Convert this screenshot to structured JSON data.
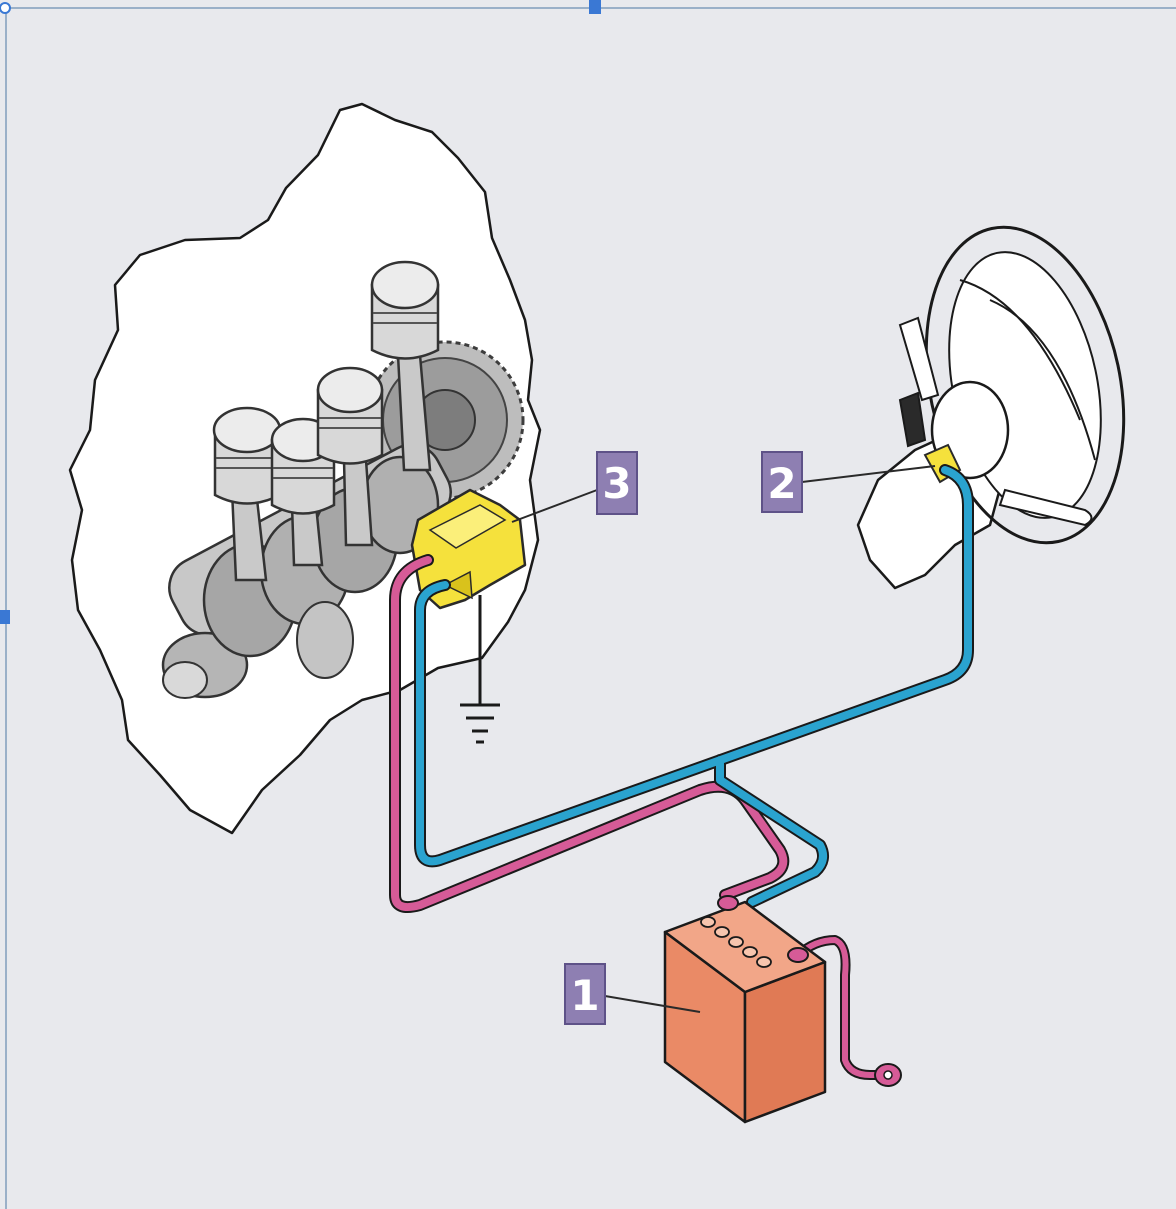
{
  "diagram": {
    "callouts": [
      {
        "id": "battery",
        "label": "1"
      },
      {
        "id": "ignition-switch",
        "label": "2"
      },
      {
        "id": "starter-motor",
        "label": "3"
      }
    ]
  },
  "colors": {
    "background": "#e8e9ed",
    "frame_border": "#9ab0c8",
    "selection_handle": "#3a78d4",
    "engine_outline_fill": "#ffffff",
    "metal_light": "#dcdcdc",
    "metal_mid": "#a8a8a8",
    "metal_dark": "#5a5a5a",
    "starter_yellow": "#f5e13c",
    "battery_orange": "#ea8a66",
    "battery_top": "#f2a688",
    "cable_positive": "#d65b97",
    "cable_signal": "#2aa3cf",
    "callout_box": "#8e7fb2",
    "callout_border": "#5e5288",
    "line_black": "#1a1a1a"
  },
  "icons": {
    "ground": "ground-symbol-icon",
    "steering_wheel": "steering-wheel-icon",
    "battery": "battery-icon",
    "starter": "starter-motor-icon",
    "engine": "engine-block-icon"
  }
}
